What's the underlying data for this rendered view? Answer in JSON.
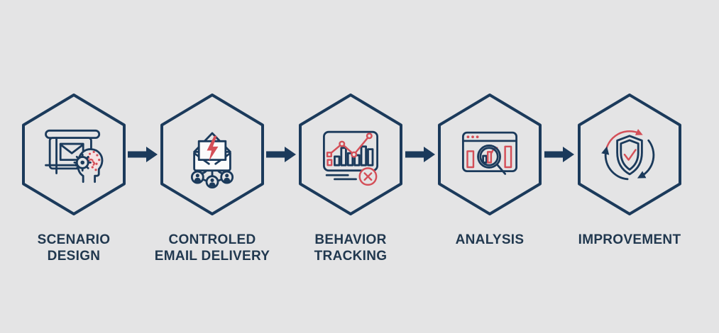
{
  "diagram_title": "",
  "colors": {
    "bg": "#e4e4e5",
    "navy": "#1b3a5b",
    "red": "#d44f58",
    "label": "#21384f",
    "paper": "#fbfbfb",
    "pink": "#f6e2e3"
  },
  "steps": [
    {
      "id": "scenario-design",
      "label": "SCENARIO\nDESIGN",
      "icon": "blueprint-brain-gear-icon"
    },
    {
      "id": "controled-email-delivery",
      "label": "CONTROLED\nEMAIL DELIVERY",
      "icon": "envelope-lightning-network-icon"
    },
    {
      "id": "behavior-tracking",
      "label": "BEHAVIOR\nTRACKING",
      "icon": "monitor-chart-error-icon"
    },
    {
      "id": "analysis",
      "label": "ANALYSIS",
      "icon": "browser-magnifier-chart-icon"
    },
    {
      "id": "improvement",
      "label": "IMPROVEMENT",
      "icon": "shield-check-refresh-icon"
    }
  ],
  "connectors": {
    "count": 4,
    "shape": "right-arrow",
    "style": "solid"
  }
}
